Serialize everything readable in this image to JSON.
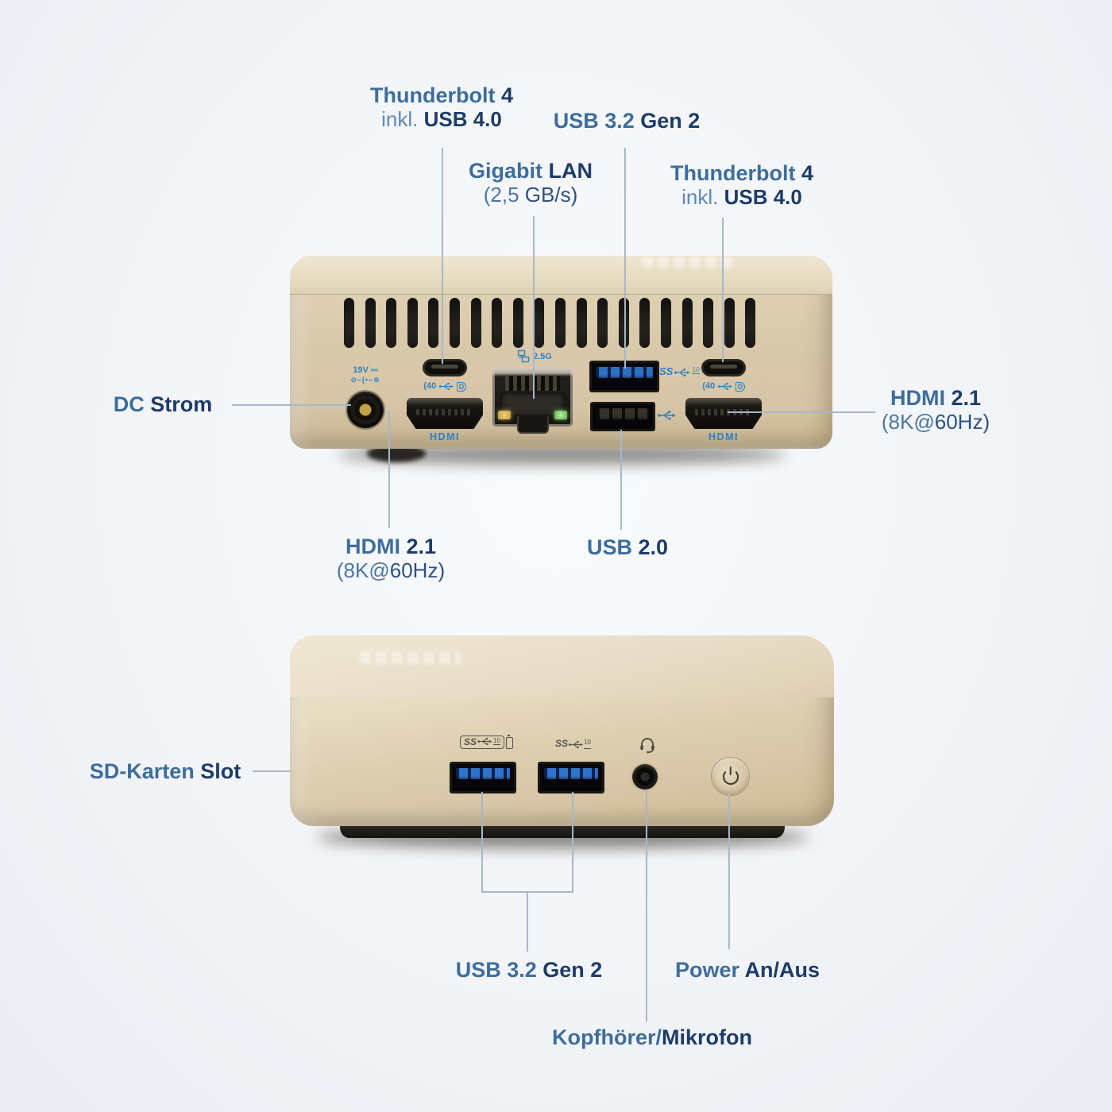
{
  "colors": {
    "label_steel": "#3e6d9d",
    "label_navy": "#1e3c69",
    "label_light_blue": "#5e89b4",
    "leader_line": "#a6b8c8",
    "port_print_blue": "#2f80c3",
    "device_body_gold": "#d9c9ab"
  },
  "annotations": {
    "thunderbolt_left": {
      "line1_a": "Thunderbolt ",
      "line1_b": "4",
      "line2_a": "inkl. ",
      "line2_b": "USB 4.0"
    },
    "usb32_top": {
      "a": "USB 3.2 ",
      "b": "Gen 2"
    },
    "gigabit_lan": {
      "line1_a": "Gigabit ",
      "line1_b": "LAN",
      "line2_a": "(2,5 ",
      "line2_b": "GB/s)"
    },
    "thunderbolt_right": {
      "line1_a": "Thunderbolt ",
      "line1_b": "4",
      "line2_a": "inkl. ",
      "line2_b": "USB 4.0"
    },
    "dc_power": {
      "a": "DC ",
      "b": "Strom"
    },
    "hdmi_right": {
      "line1_a": "HDMI ",
      "line1_b": "2.1",
      "line2_a": "(8K@",
      "line2_b": "60Hz)"
    },
    "hdmi_bottom": {
      "line1_a": "HDMI ",
      "line1_b": "2.1",
      "line2_a": "(8K@",
      "line2_b": "60Hz)"
    },
    "usb20": {
      "a": "USB ",
      "b": "2.0"
    },
    "sd_slot": {
      "a": "SD-Karten ",
      "b": "Slot"
    },
    "usb32_bottom": {
      "a": "USB 3.2 ",
      "b": "Gen 2"
    },
    "power_button": {
      "a": "Power ",
      "b": "An/Aus"
    },
    "headset_jack": {
      "a": "Kopfhörer/",
      "b": "Mikrofon"
    }
  },
  "back_panel": {
    "vent_count": 20,
    "dc_voltage": "19V",
    "polarity_symbol": "⊖–(•–⊕",
    "thunderbolt_speed": "40",
    "displayport_letter": "D",
    "lan_speed": "2.5G",
    "hdmi_port_label": "HDMI",
    "usb_ss": "SS",
    "usb_speed": "10"
  },
  "front_panel": {
    "usb_ss": "SS",
    "usb_speed": "10"
  }
}
